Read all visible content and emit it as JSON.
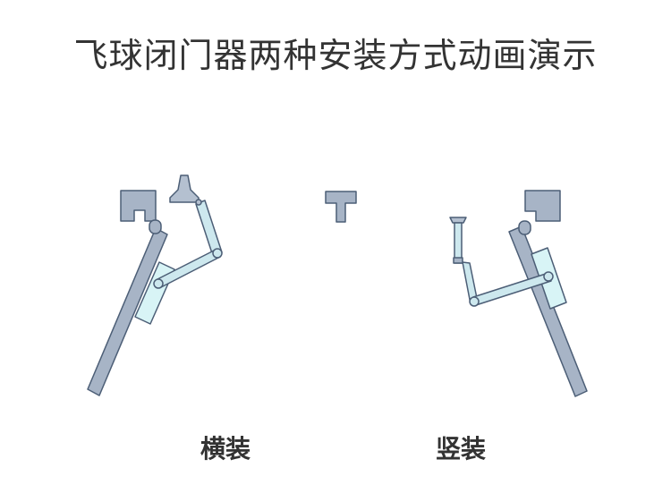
{
  "page": {
    "title": "飞球闭门器两种安装方式动画演示"
  },
  "captions": {
    "horizontal": "横装",
    "vertical": "竖装"
  },
  "colors": {
    "door": "#a7b4c6",
    "bracket": "#b4c0d0",
    "closer_body": "#d8f4f6",
    "arm": "#cde8ee",
    "outline": "#4c5e76",
    "text": "#333333"
  }
}
